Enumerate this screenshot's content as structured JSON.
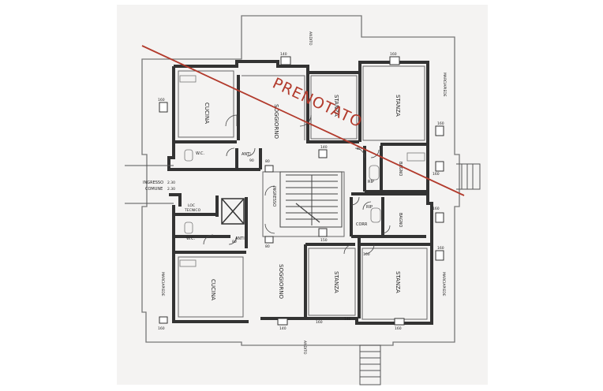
{
  "stamp": {
    "text": "PRENOTATO",
    "color": "#b23a2c"
  },
  "rooms": {
    "cucina_top": "CUCINA",
    "soggiorno_top": "SOGGIORNO",
    "stanza_top_small": "STANZA",
    "stanza_top_right": "STANZA",
    "wc_top": "W.C.",
    "antibagno_top": "ANTI",
    "rip_top": "RIP",
    "bagno_top": "BAGNO",
    "ingresso": "INGRESSO",
    "rip_mid": "RIP",
    "corr": "CORR",
    "bagno_bottom": "BAGNO",
    "loc_tecnico_1": "LOC",
    "loc_tecnico_2": "TECNICO",
    "wc_bottom": "W.C.",
    "antibagno_bottom": "ANTI",
    "cucina_bottom": "CUCINA",
    "soggiorno_bottom": "SOGGIORNO",
    "stanza_bottom_left": "STANZA",
    "stanza_bottom_right": "STANZA"
  },
  "exterior": {
    "ingresso_comune_1": "INGRESSO",
    "ingresso_comune_2": "COMUNE",
    "andito_top": "ANDITO",
    "andito_bottom": "ANDITO",
    "marciapiede_tr": "MARCIAPIEDE",
    "marciapiede_br": "MARCIAPIEDE",
    "marciapiede_l": "MARCIAPIEDE",
    "elev_1": "2.30",
    "elev_2": "2.30"
  },
  "dimensions": {
    "d1": "140",
    "d2": "160",
    "d3": "160",
    "d4": "160",
    "d5": "90",
    "d6": "160",
    "d7": "80",
    "d8": "140",
    "d9": "160",
    "d10": "80",
    "d11": "80",
    "d12": "150",
    "d13": "140",
    "d14": "160",
    "d15": "160",
    "d16": "160",
    "d17": "140",
    "d18": "80",
    "d19": "160",
    "d20": "160"
  }
}
